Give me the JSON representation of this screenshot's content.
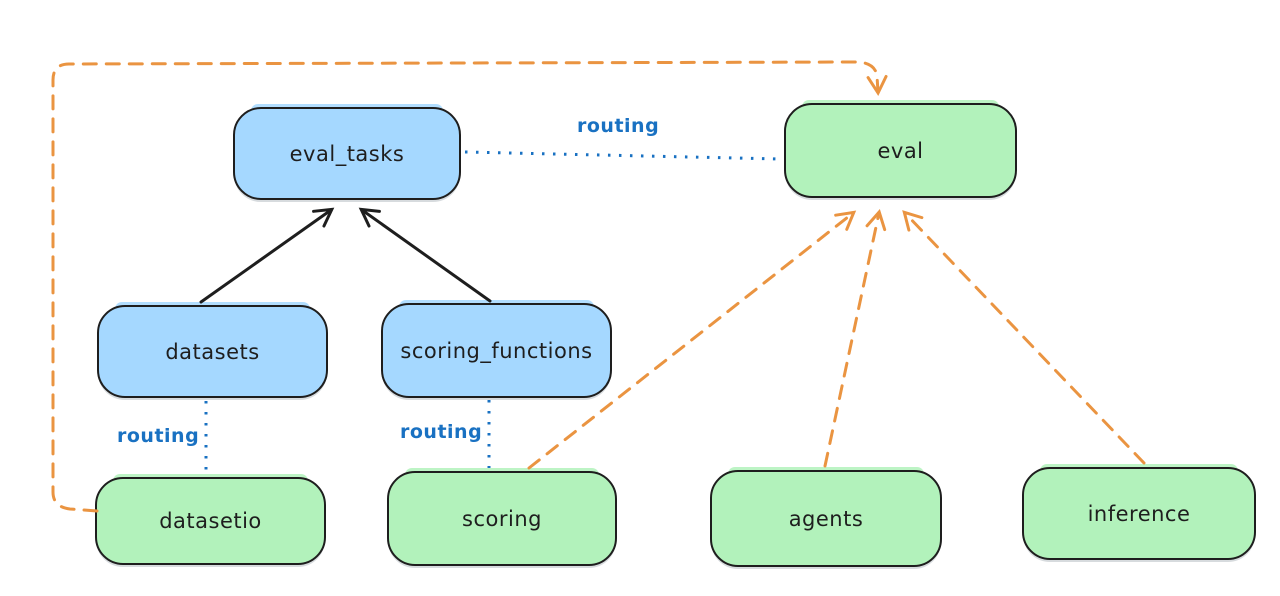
{
  "nodes": {
    "eval_tasks": {
      "label": "eval_tasks",
      "fill": "blue"
    },
    "datasets": {
      "label": "datasets",
      "fill": "blue"
    },
    "scoring_functions": {
      "label": "scoring_functions",
      "fill": "blue"
    },
    "eval": {
      "label": "eval",
      "fill": "green"
    },
    "datasetio": {
      "label": "datasetio",
      "fill": "green"
    },
    "scoring": {
      "label": "scoring",
      "fill": "green"
    },
    "agents": {
      "label": "agents",
      "fill": "green"
    },
    "inference": {
      "label": "inference",
      "fill": "green"
    }
  },
  "edge_labels": {
    "top": "routing",
    "left": "routing",
    "middle": "routing"
  },
  "edges": [
    {
      "from": "datasets",
      "to": "eval_tasks",
      "style": "solid-arrow",
      "color": "black"
    },
    {
      "from": "scoring_functions",
      "to": "eval_tasks",
      "style": "solid-arrow",
      "color": "black"
    },
    {
      "from": "eval_tasks",
      "to": "eval",
      "style": "dotted",
      "color": "blue",
      "label": "routing"
    },
    {
      "from": "datasets",
      "to": "datasetio",
      "style": "dotted",
      "color": "blue",
      "label": "routing"
    },
    {
      "from": "scoring_functions",
      "to": "scoring",
      "style": "dotted",
      "color": "blue",
      "label": "routing"
    },
    {
      "from": "datasetio",
      "to": "eval",
      "style": "dashed-arrow",
      "color": "orange"
    },
    {
      "from": "scoring",
      "to": "eval",
      "style": "dashed-arrow",
      "color": "orange"
    },
    {
      "from": "agents",
      "to": "eval",
      "style": "dashed-arrow",
      "color": "orange"
    },
    {
      "from": "inference",
      "to": "eval",
      "style": "dashed-arrow",
      "color": "orange"
    }
  ],
  "colors": {
    "background": "#ffffff",
    "stroke": "#1e1e1e",
    "blue_fill": "#a5d8ff",
    "green_fill": "#b2f2bb",
    "routing_blue": "#1971c2",
    "orange": "#ea9441"
  }
}
